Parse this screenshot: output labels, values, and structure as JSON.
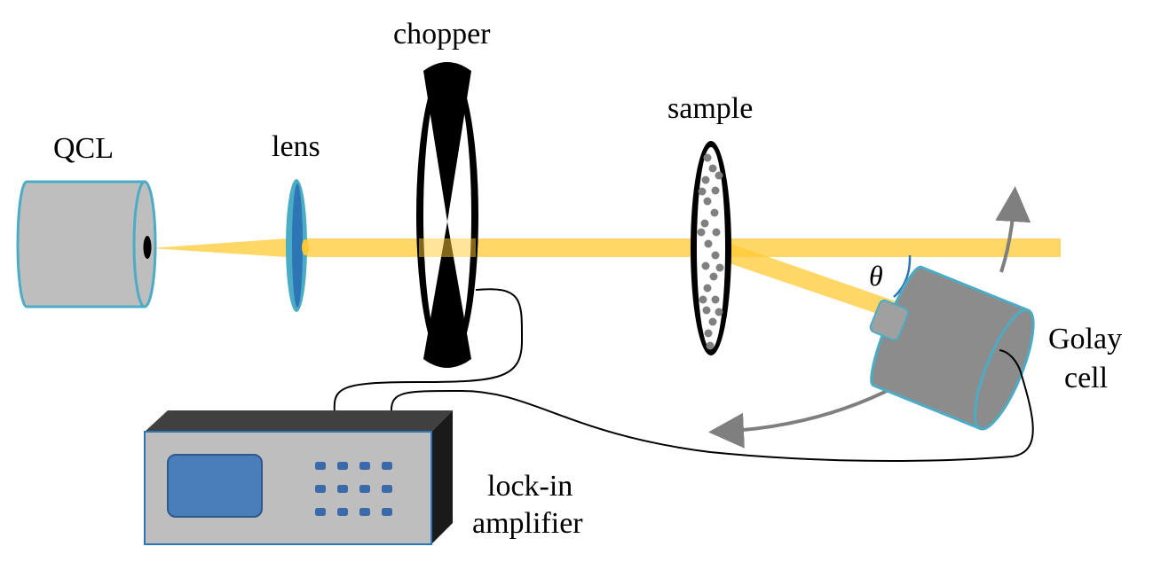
{
  "labels": {
    "qcl": "QCL",
    "lens": "lens",
    "chopper": "chopper",
    "sample": "sample",
    "golay_line1": "Golay",
    "golay_line2": "cell",
    "lockin_line1": "lock-in",
    "lockin_line2": "amplifier",
    "angle": "θ"
  },
  "colors": {
    "beam": "#FFC933",
    "device_gray": "#BEBEBE",
    "device_edge": "#4BACC6",
    "lens_fill": "#2E75B6",
    "chopper": "#000000",
    "screen": "#4A7EBB",
    "button": "#3A6AAA",
    "rotation_arrow": "#7F7F7F",
    "cable": "#000000"
  },
  "lockin_buttons": {
    "rows": 3,
    "cols": 4
  }
}
